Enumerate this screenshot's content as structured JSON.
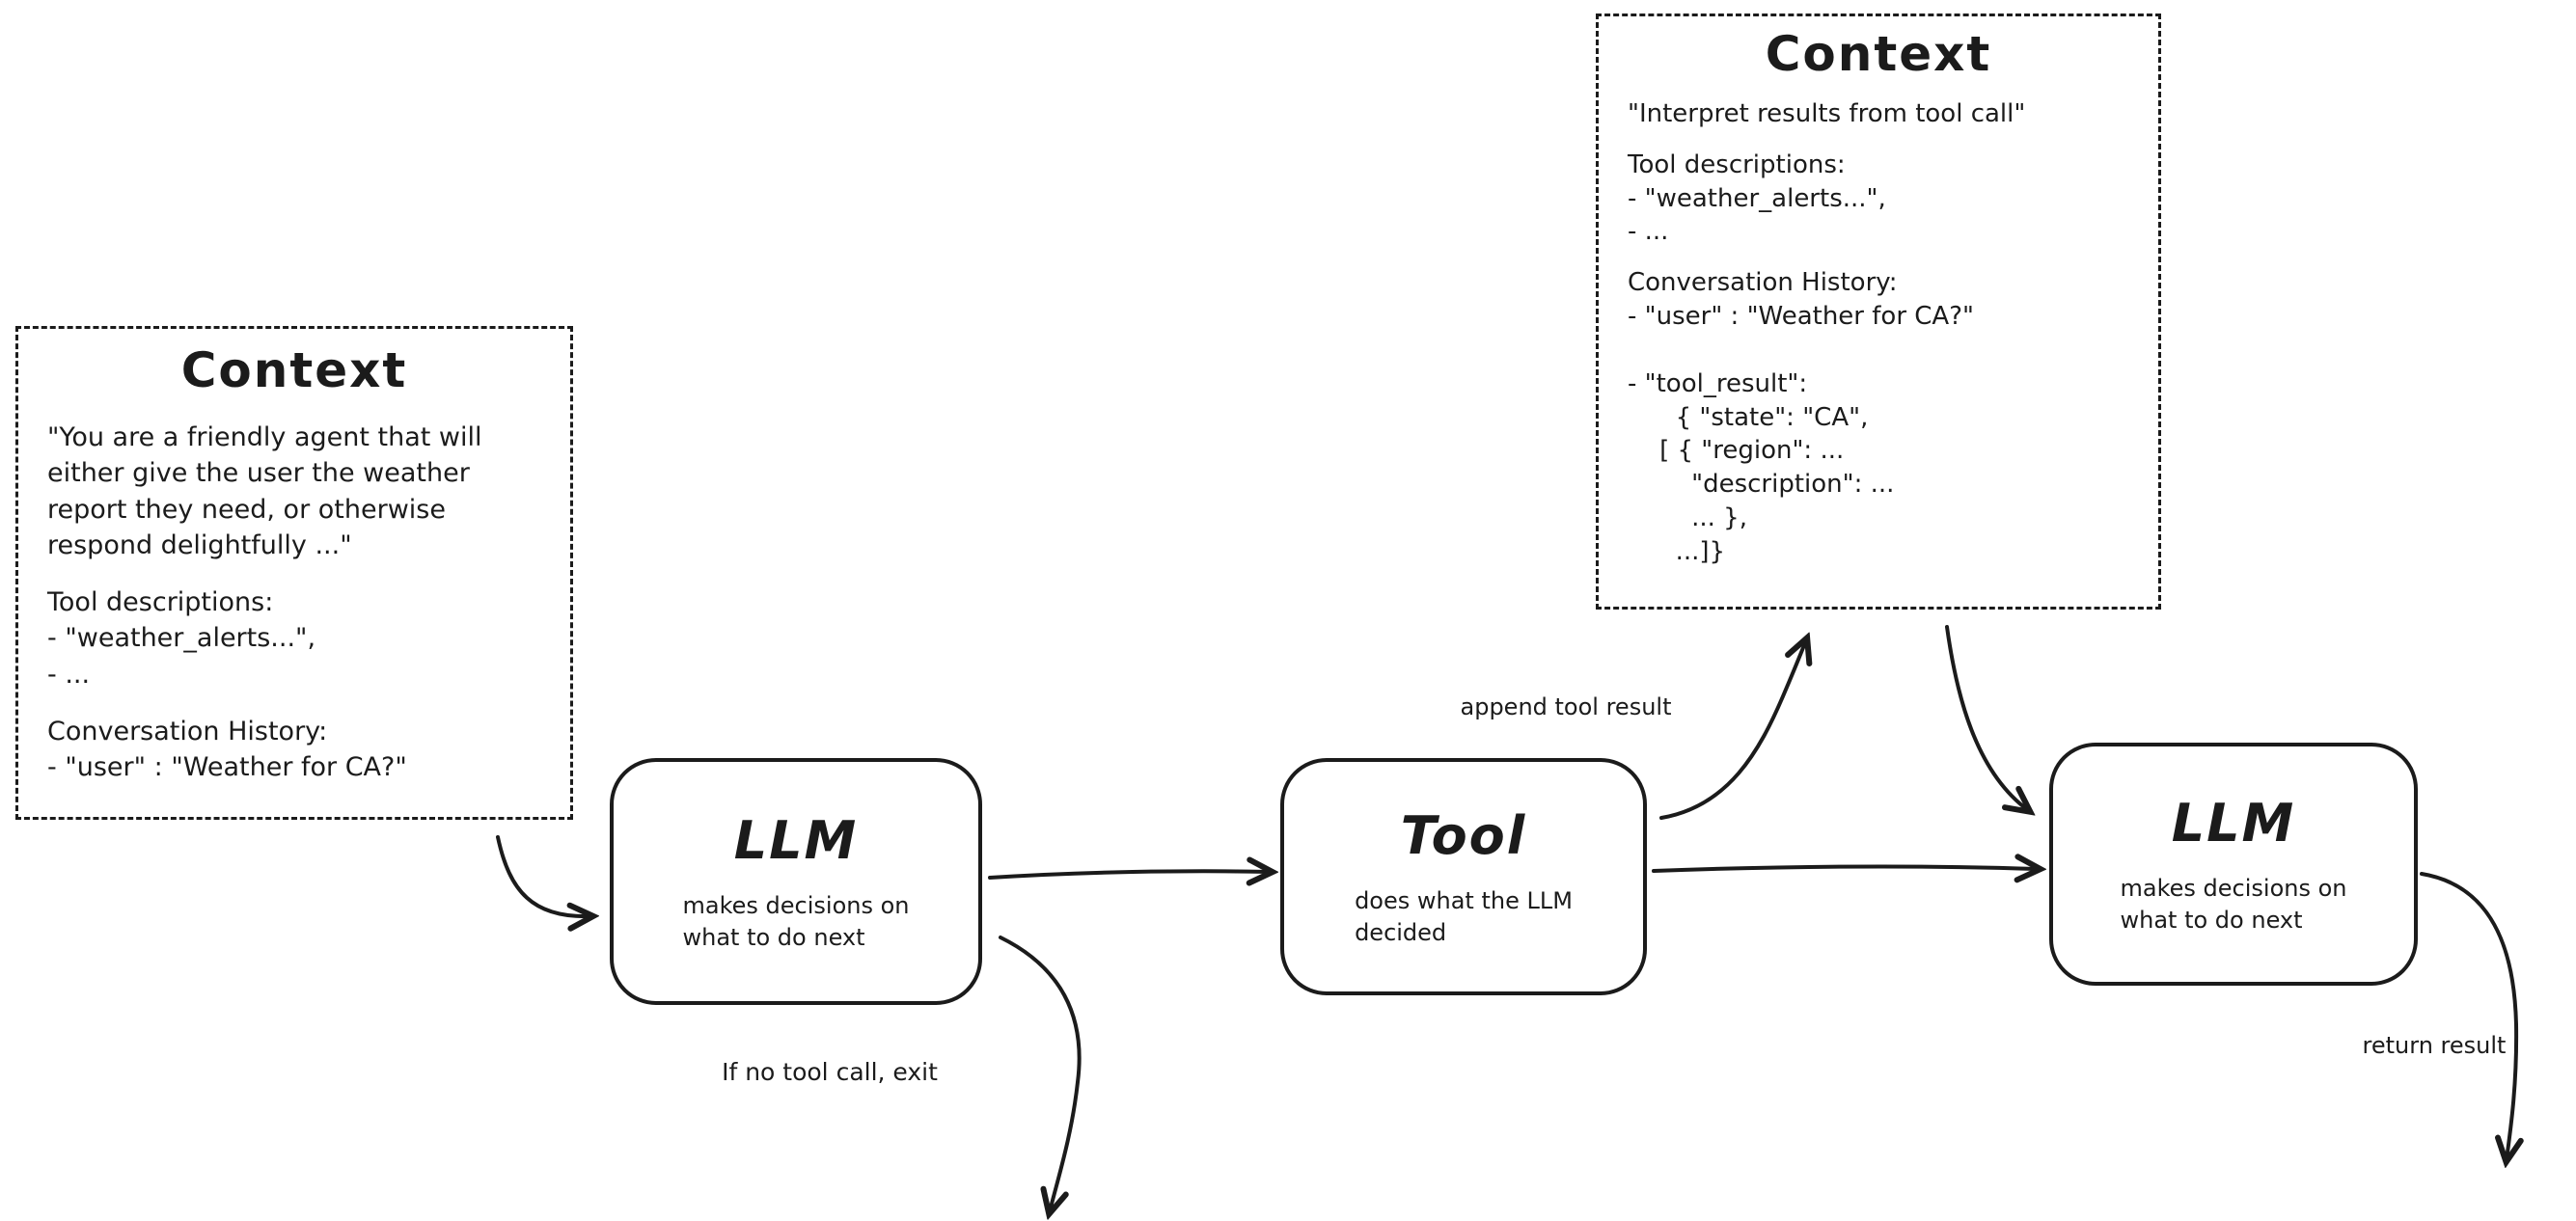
{
  "diagram": {
    "colors": {
      "ink": "#1b1b1b",
      "background": "#ffffff"
    },
    "context_left": {
      "title": "Context",
      "system_prompt": "\"You are a friendly agent that will\neither give the user the weather\nreport they need, or otherwise\nrespond delightfully ...\"",
      "tools_heading": "Tool descriptions:",
      "tools": "- \"weather_alerts...\",\n- ...",
      "history_heading": "Conversation History:",
      "history": "- \"user\" : \"Weather for CA?\""
    },
    "context_right": {
      "title": "Context",
      "instruction": "\"Interpret results from tool call\"",
      "tools_heading": "Tool descriptions:",
      "tools": "- \"weather_alerts...\",\n- ...",
      "history_heading": "Conversation History:",
      "history": "- \"user\" : \"Weather for CA?\"\n\n- \"tool_result\":\n      { \"state\": \"CA\",\n    [ { \"region\": ...\n        \"description\": ...\n        ... },\n      ...]}"
    },
    "nodes": {
      "llm1": {
        "title": "LLM",
        "subtitle": "makes decisions on\nwhat to do next"
      },
      "tool": {
        "title": "Tool",
        "subtitle": "does what the LLM\ndecided"
      },
      "llm2": {
        "title": "LLM",
        "subtitle": "makes decisions on\nwhat to do next"
      }
    },
    "edge_labels": {
      "exit": "If no tool call, exit",
      "append": "append tool result",
      "return_result": "return result"
    }
  }
}
